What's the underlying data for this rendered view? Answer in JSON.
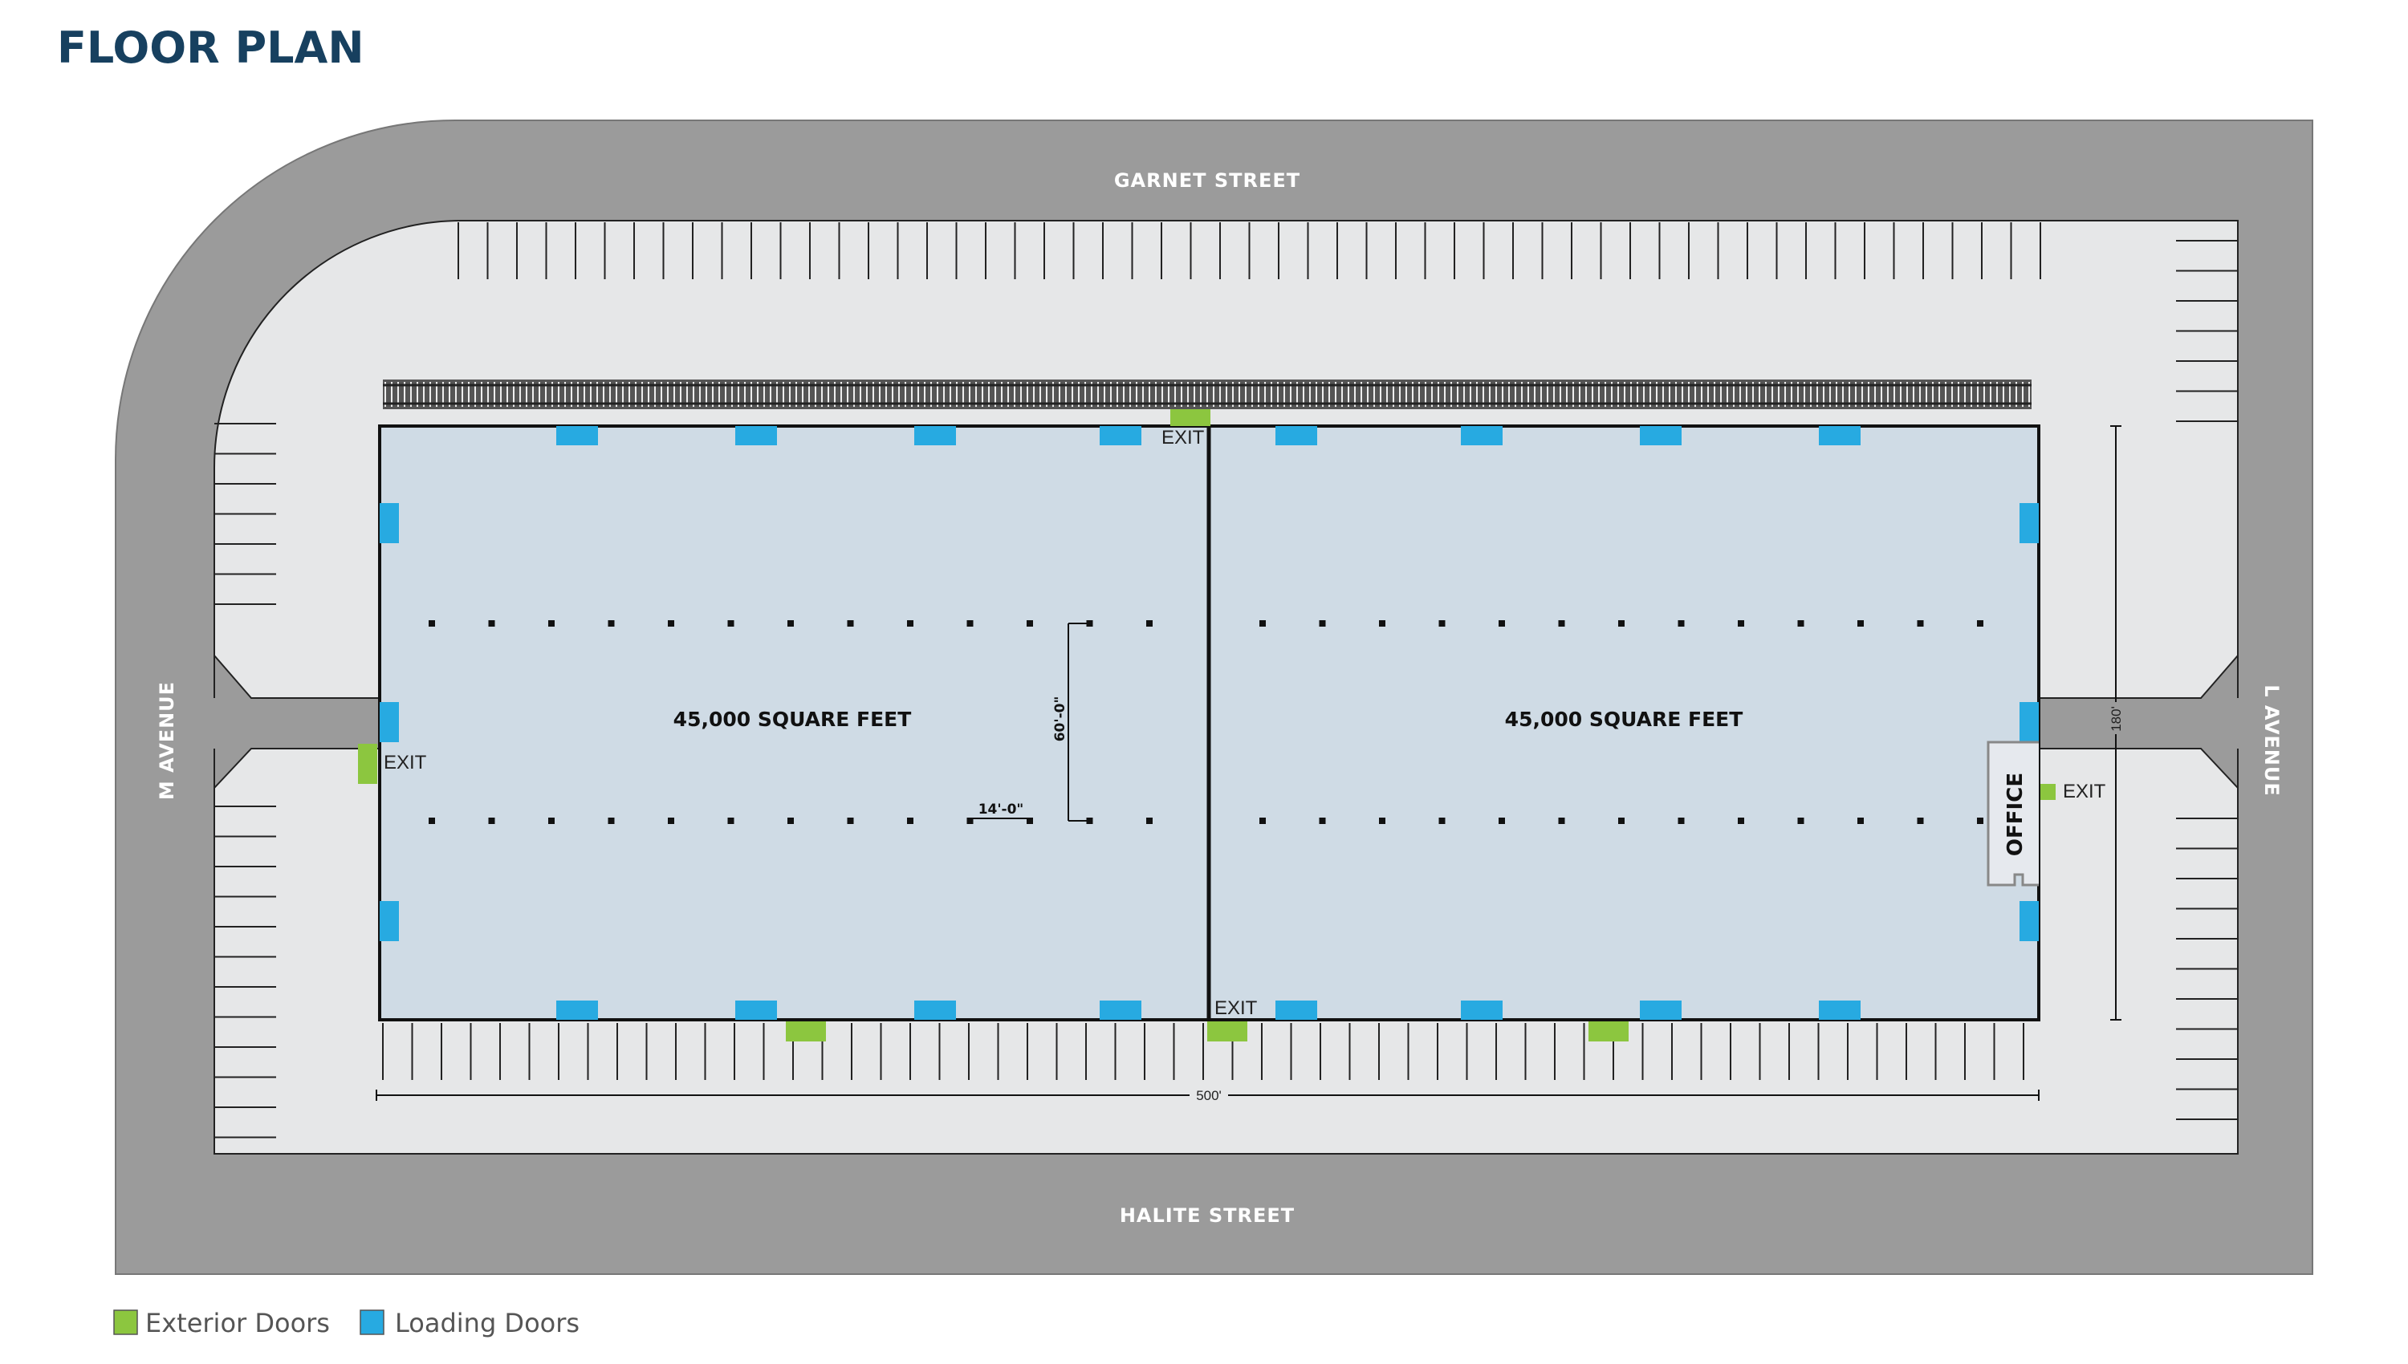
{
  "title": "FLOOR PLAN",
  "streets": {
    "north": "GARNET STREET",
    "south": "HALITE STREET",
    "west": "M AVENUE",
    "east": "L AVENUE"
  },
  "units": [
    {
      "label": "45,000 SQUARE FEET"
    },
    {
      "label": "45,000 SQUARE FEET"
    }
  ],
  "office_label": "OFFICE",
  "exit_label": "EXIT",
  "dimensions": {
    "length": "500'",
    "depth": "180'",
    "bay_depth": "60'-0\"",
    "column_spacing": "14'-0\""
  },
  "legend": [
    {
      "label": "Exterior Doors",
      "color": "#8cc63f"
    },
    {
      "label": "Loading Doors",
      "color": "#27aae1"
    }
  ],
  "colors": {
    "road": "#9b9b9b",
    "lot": "#e6e7e8",
    "building": "#cfdbe5",
    "exterior_door": "#8cc63f",
    "loading_door": "#27aae1"
  }
}
